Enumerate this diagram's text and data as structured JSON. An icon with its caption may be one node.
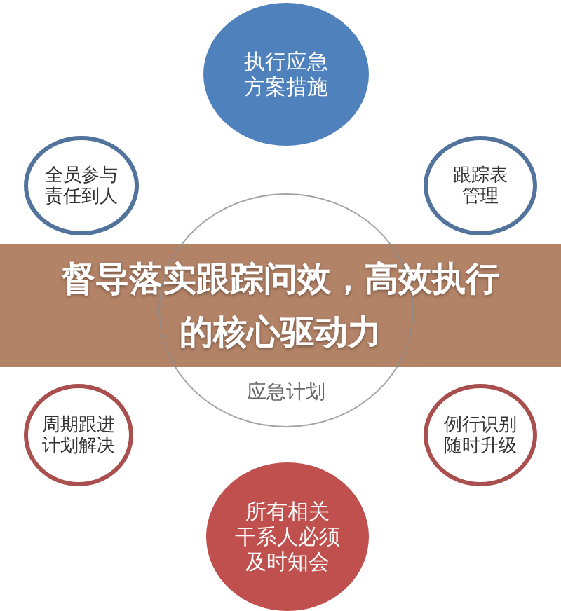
{
  "diagram": {
    "title": "督导落实跟踪问效，高效执行的核心驱动力",
    "nodes": [
      {
        "text": [
          "执行应急方案措施"
        ]
      },
      {
        "text": [
          "全员参与责任到人"
        ]
      },
      {
        "text": [
          "跟踪表管理"
        ]
      },
      {
        "text": [
          "应急计划"
        ]
      },
      {
        "text": [
          "周期跟进计划解决"
        ]
      },
      {
        "text": [
          "例行识别随时升级"
        ]
      },
      {
        "text": [
          "所有相关干系人必须及时知会"
        ]
      }
    ]
  }
}
